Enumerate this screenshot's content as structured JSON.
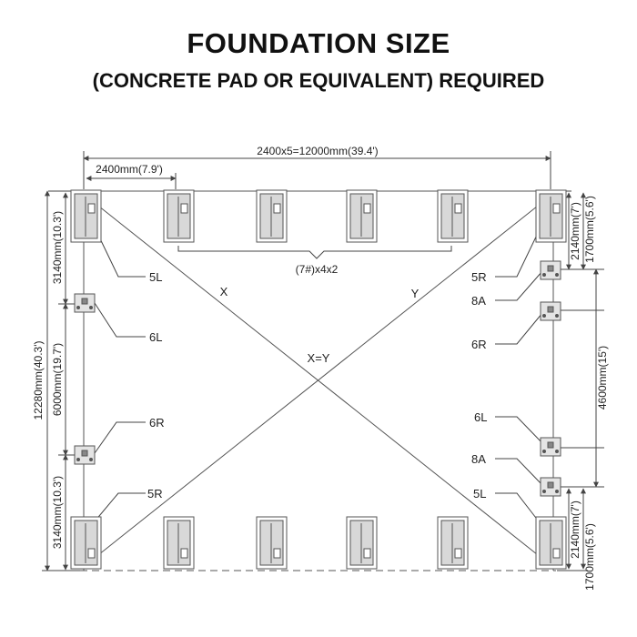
{
  "header": {
    "title": "FOUNDATION SIZE",
    "subtitle": "(CONCRETE PAD OR EQUIVALENT) REQUIRED"
  },
  "dimensions": {
    "total_width": "2400x5=12000mm(39.4')",
    "bay_width": "2400mm(7.9')",
    "total_length": "12280mm(40.3')",
    "top_section": "3140mm(10.3')",
    "middle_section": "6000mm(19.7')",
    "bottom_section": "3140mm(10.3')",
    "right_top_a": "2140mm(7')",
    "right_top_b": "1700mm(5.6')",
    "right_middle": "4600mm(15')",
    "right_bottom_a": "2140mm(7')",
    "right_bottom_b": "1700mm(5.6')"
  },
  "labels": {
    "pad_group": "(7#)x4x2",
    "diag_x": "X",
    "diag_y": "Y",
    "diag_eq": "X=Y",
    "c_5l_top": "5L",
    "c_6l_left": "6L",
    "c_6r_left": "6R",
    "c_5r_bottom": "5R",
    "c_5r_top": "5R",
    "c_8a_top": "8A",
    "c_6r_right": "6R",
    "c_6l_right": "6L",
    "c_8a_bottom": "8A",
    "c_5l_bottom": "5L"
  }
}
